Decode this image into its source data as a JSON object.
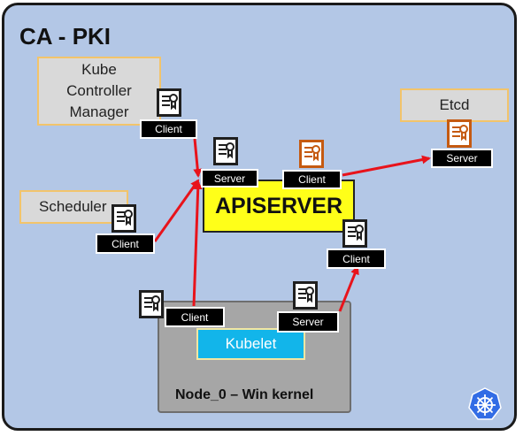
{
  "title": "CA - PKI",
  "components": {
    "kcm": [
      "Kube",
      "Controller",
      "Manager"
    ],
    "etcd": "Etcd",
    "scheduler": "Scheduler",
    "apiserver": "APISERVER",
    "kubelet": "Kubelet",
    "node": "Node_0 – Win kernel"
  },
  "tags": {
    "kcm_client": "Client",
    "api_server": "Server",
    "api_client_etcd": "Client",
    "etcd_server": "Server",
    "sched_client": "Client",
    "api_client_kubelet": "Client",
    "kubelet_client": "Client",
    "kubelet_server": "Server"
  },
  "colors": {
    "background": "#b3c7e6",
    "apiserver": "#ffff19",
    "kubelet": "#12b5ea",
    "node": "#a6a6a6",
    "arrow": "#e8131b",
    "cert_client": "#1f1f1f",
    "cert_apiserver": "#c55a11",
    "kubernetes_logo": "#326ce5"
  },
  "icons": [
    "certificate-icon",
    "kubernetes-helm-icon",
    "arrow-icon"
  ]
}
